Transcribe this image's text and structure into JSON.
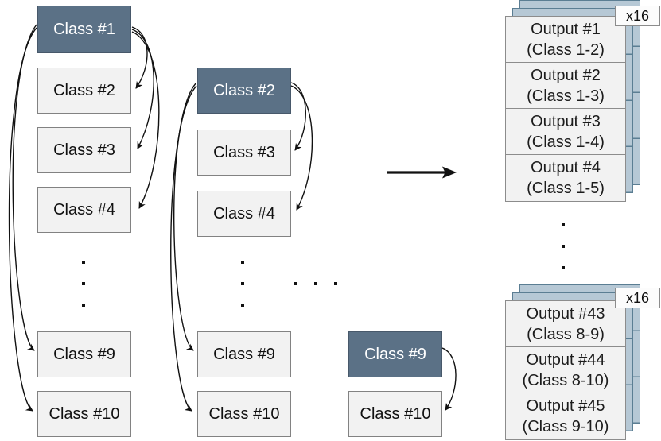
{
  "colors": {
    "dark_box_fill": "#5b7186",
    "dark_box_border": "#47586a",
    "light_box_fill": "#f2f2f2",
    "light_box_border": "#828282",
    "stack_layer_fill": "#b6c8d5",
    "stack_layer_border": "#5b7e93",
    "arrow": "#111111"
  },
  "columns": {
    "left": {
      "header": "Class #1",
      "items": [
        "Class #2",
        "Class #3",
        "Class #4"
      ],
      "tail": [
        "Class #9",
        "Class #10"
      ]
    },
    "middle": {
      "header": "Class #2",
      "items": [
        "Class #3",
        "Class #4"
      ],
      "tail": [
        "Class #9",
        "Class #10"
      ]
    },
    "right": {
      "header": "Class #9",
      "tail": [
        "Class #10"
      ]
    }
  },
  "stacks": {
    "top": {
      "badge": "x16",
      "rows": [
        {
          "title": "Output #1",
          "subtitle": "(Class 1-2)"
        },
        {
          "title": "Output #2",
          "subtitle": "(Class 1-3)"
        },
        {
          "title": "Output #3",
          "subtitle": "(Class 1-4)"
        },
        {
          "title": "Output #4",
          "subtitle": "(Class 1-5)"
        }
      ]
    },
    "bottom": {
      "badge": "x16",
      "rows": [
        {
          "title": "Output #43",
          "subtitle": "(Class 8-9)"
        },
        {
          "title": "Output #44",
          "subtitle": "(Class 8-10)"
        },
        {
          "title": "Output #45",
          "subtitle": "(Class 9-10)"
        }
      ]
    }
  }
}
